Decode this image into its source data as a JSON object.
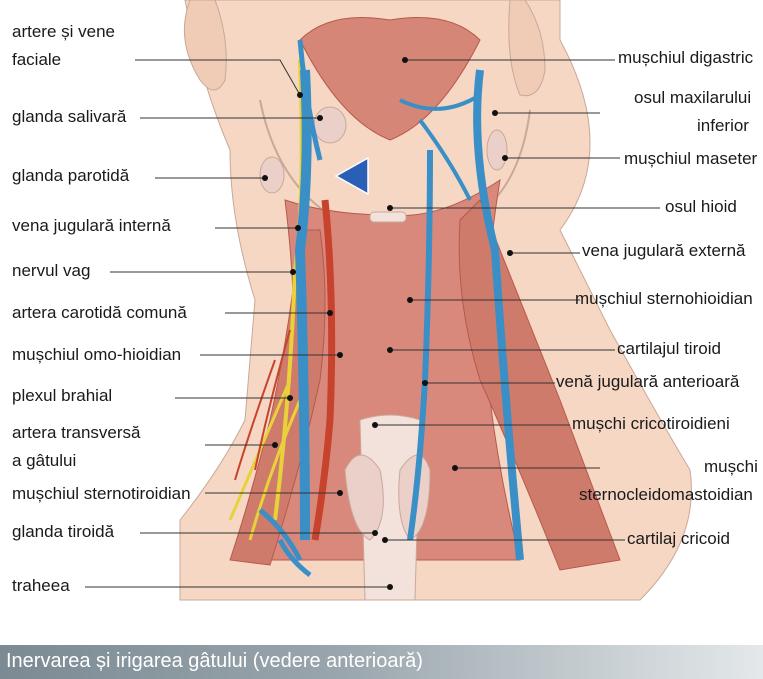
{
  "colors": {
    "muscle": "#d9897c",
    "muscle_dark": "#b8584a",
    "vein": "#3a8fc7",
    "artery": "#c8432e",
    "nerve": "#e8d23a",
    "gland": "#ead0c8",
    "skin": "#f5d7c4",
    "pointer": "#2a5fb5"
  },
  "labels_left": [
    {
      "id": "facial",
      "lines": [
        "artere și vene",
        "faciale"
      ]
    },
    {
      "id": "salivary",
      "lines": [
        "glanda salivară"
      ]
    },
    {
      "id": "parotid",
      "lines": [
        "glanda parotidă"
      ]
    },
    {
      "id": "jugular-int",
      "lines": [
        "vena jugulară internă"
      ]
    },
    {
      "id": "vagus",
      "lines": [
        "nervul vag"
      ]
    },
    {
      "id": "carotid",
      "lines": [
        "artera carotidă comună"
      ]
    },
    {
      "id": "omohyoid",
      "lines": [
        "mușchiul omo-hioidian"
      ]
    },
    {
      "id": "brachial",
      "lines": [
        "plexul brahial"
      ]
    },
    {
      "id": "transverse",
      "lines": [
        "artera transversă",
        "a gâtului"
      ]
    },
    {
      "id": "sternothyroid",
      "lines": [
        "mușchiul sternotiroidian"
      ]
    },
    {
      "id": "thyroid-gland",
      "lines": [
        "glanda tiroidă"
      ]
    },
    {
      "id": "trachea",
      "lines": [
        "traheea"
      ]
    }
  ],
  "labels_right": [
    {
      "id": "digastric",
      "lines": [
        "mușchiul digastric"
      ]
    },
    {
      "id": "mandible",
      "lines": [
        "osul maxilarului",
        "inferior"
      ]
    },
    {
      "id": "masseter",
      "lines": [
        "mușchiul maseter"
      ]
    },
    {
      "id": "hyoid",
      "lines": [
        "osul hioid"
      ]
    },
    {
      "id": "jugular-ext",
      "lines": [
        "vena jugulară externă"
      ]
    },
    {
      "id": "sternohyoid",
      "lines": [
        "mușchiul sternohioidian"
      ]
    },
    {
      "id": "thyroid-cart",
      "lines": [
        "cartilajul tiroid"
      ]
    },
    {
      "id": "jugular-ant",
      "lines": [
        "venă jugulară anterioară"
      ]
    },
    {
      "id": "cricothyroid",
      "lines": [
        "mușchi cricotiroidieni"
      ]
    },
    {
      "id": "scm",
      "lines": [
        "mușchi",
        "sternocleidomastoidian"
      ]
    },
    {
      "id": "cricoid",
      "lines": [
        "cartilaj cricoid"
      ]
    }
  ],
  "caption": "Inervarea și irigarea gâtului (vedere anterioară)"
}
